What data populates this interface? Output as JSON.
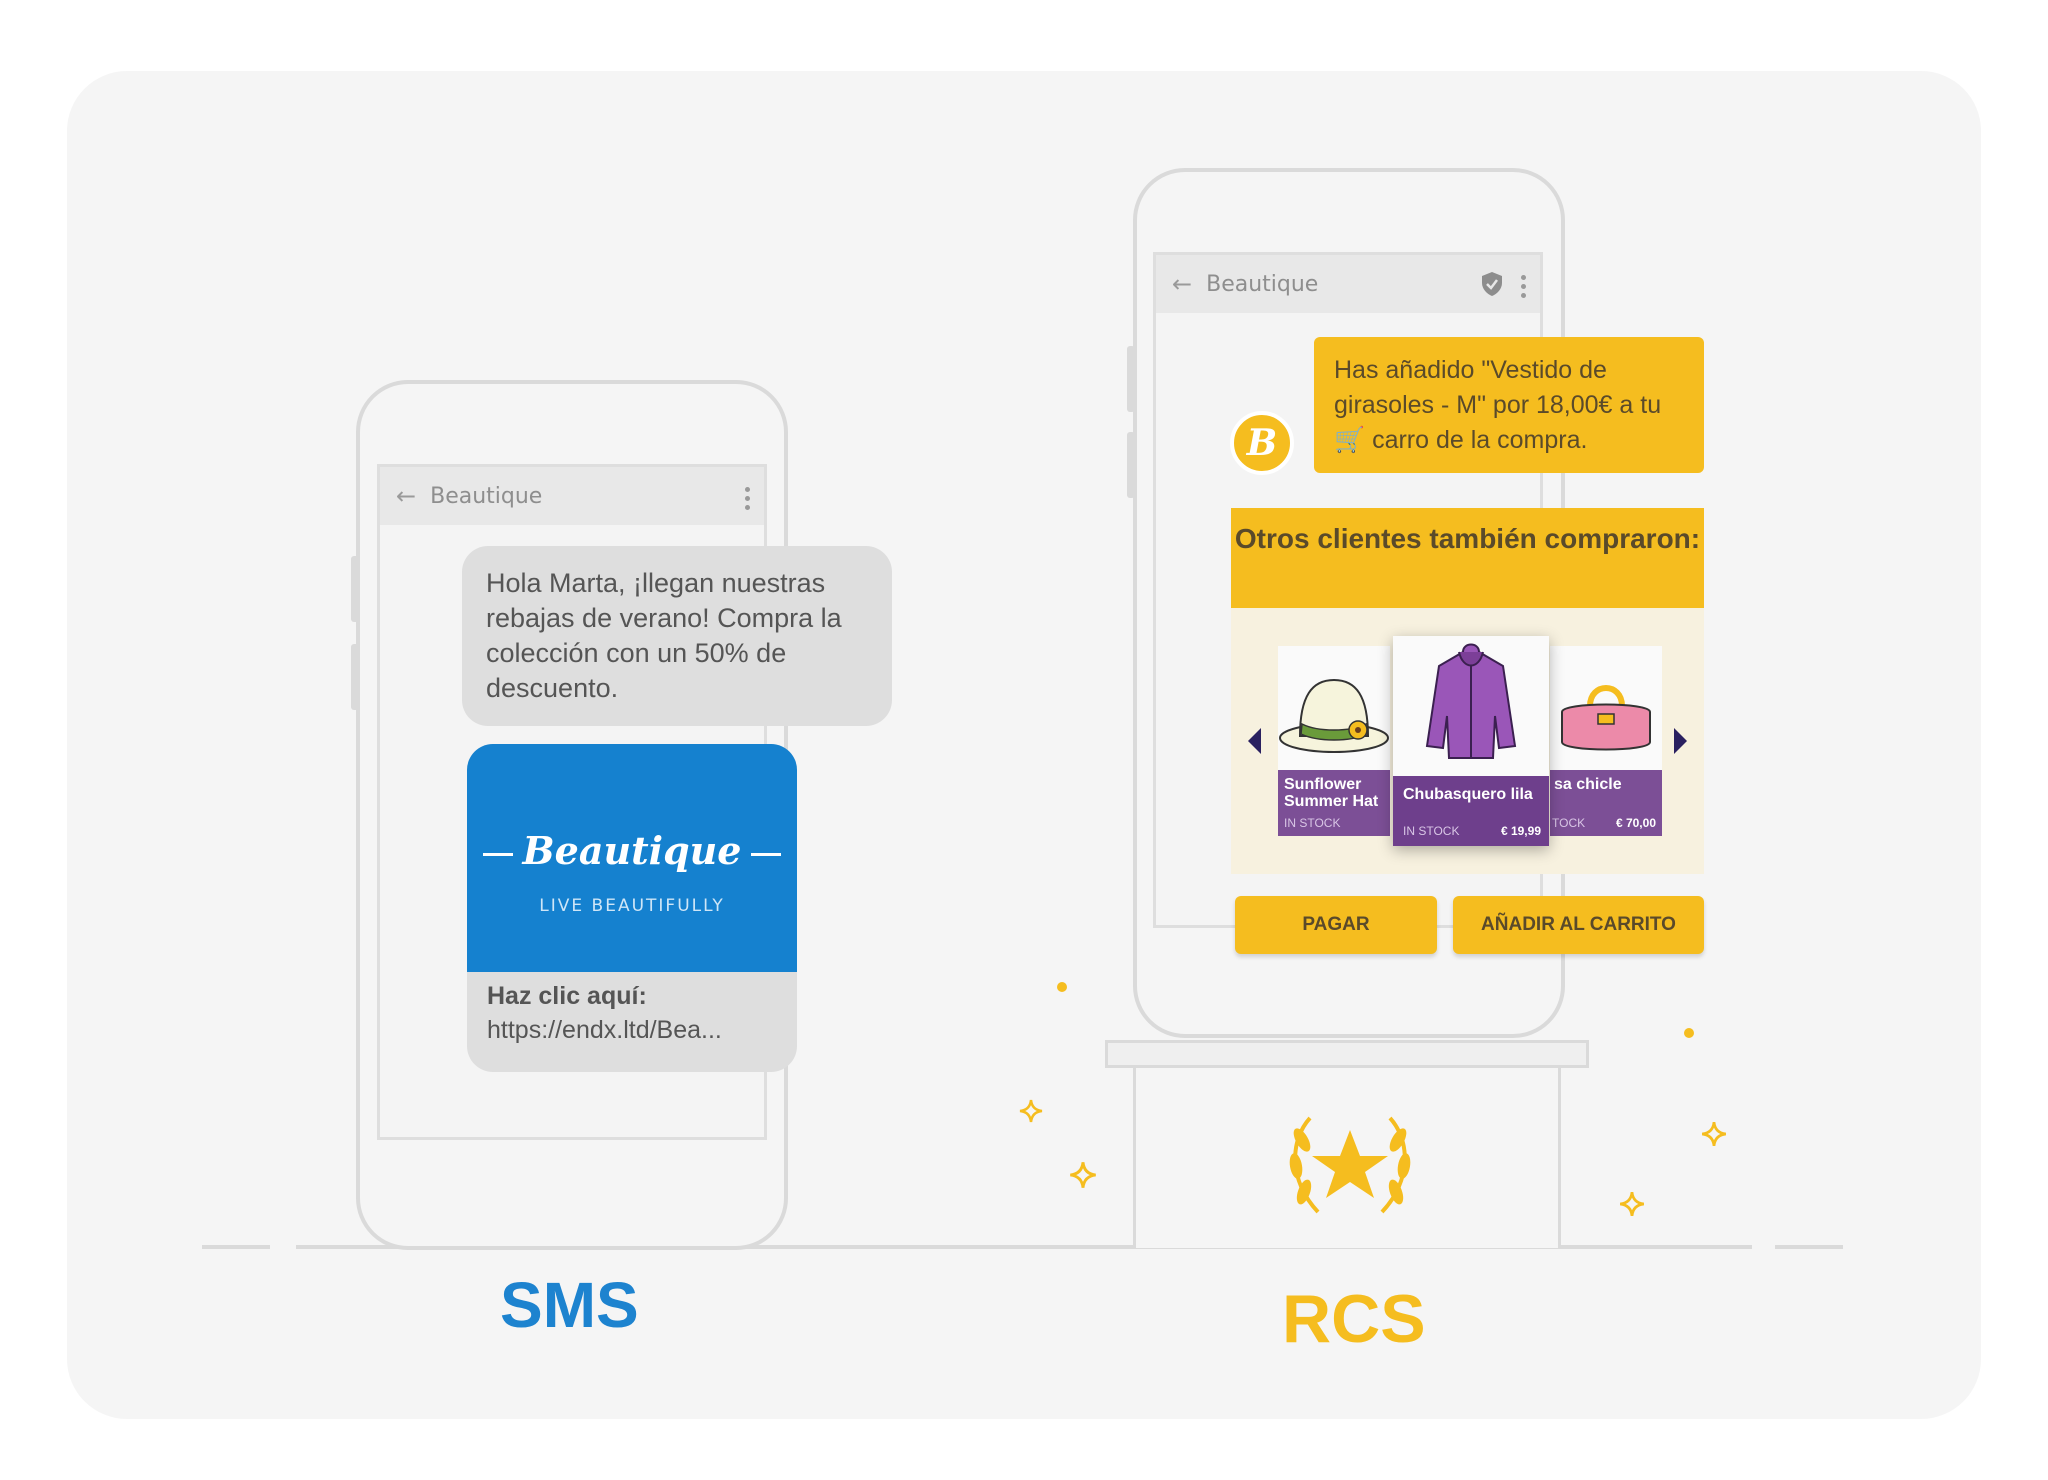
{
  "sms": {
    "app_name": "Beautique",
    "message": "Hola Marta, ¡llegan nuestras rebajas de verano! Compra la colección con un 50% de descuento.",
    "card": {
      "brand": "Beautique",
      "tagline": "LIVE BEAUTIFULLY",
      "click_title": "Haz clic aquí:",
      "link": "https://endx.ltd/Bea..."
    },
    "label": "SMS"
  },
  "rcs": {
    "app_name": "Beautique",
    "avatar_letter": "B",
    "message": "Has añadido \"Vestido de girasoles - M\" por 18,00€ a tu 🛒 carro de la compra.",
    "carousel_title": "Otros clientes también compraron:",
    "products": [
      {
        "name": "Sunflower Summer Hat",
        "stock": "IN STOCK",
        "price": ""
      },
      {
        "name": "Chubasquero lila",
        "stock": "IN STOCK",
        "price": "€ 19,99"
      },
      {
        "name": "sa chicle",
        "stock": "TOCK",
        "price": "€ 70,00"
      }
    ],
    "buttons": {
      "pay": "PAGAR",
      "add_to_cart": "AÑADIR AL CARRITO"
    },
    "label": "RCS"
  },
  "colors": {
    "sms_blue": "#1581cf",
    "rcs_yellow": "#f5bd1f",
    "product_purple": "#7c4f96"
  }
}
